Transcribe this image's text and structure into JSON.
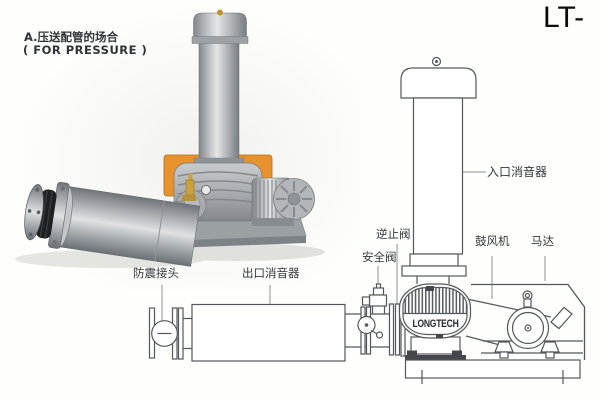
{
  "page": {
    "heading_cn": "A.压送配管的场合",
    "heading_en": "( FOR PRESSURE )",
    "model_prefix": "LT-"
  },
  "diagram": {
    "brand": "LONGTECH",
    "labels": {
      "inlet_silencer": "入口消音器",
      "check_valve": "逆止阀",
      "safety_valve": "安全阀",
      "blower": "鼓风机",
      "motor": "马达",
      "vibration_joint": "防震接头",
      "outlet_silencer": "出口消音器"
    }
  },
  "colors": {
    "accent_orange": "#E8922E",
    "drawing_line": "#53575C",
    "label_text": "#33373B"
  }
}
